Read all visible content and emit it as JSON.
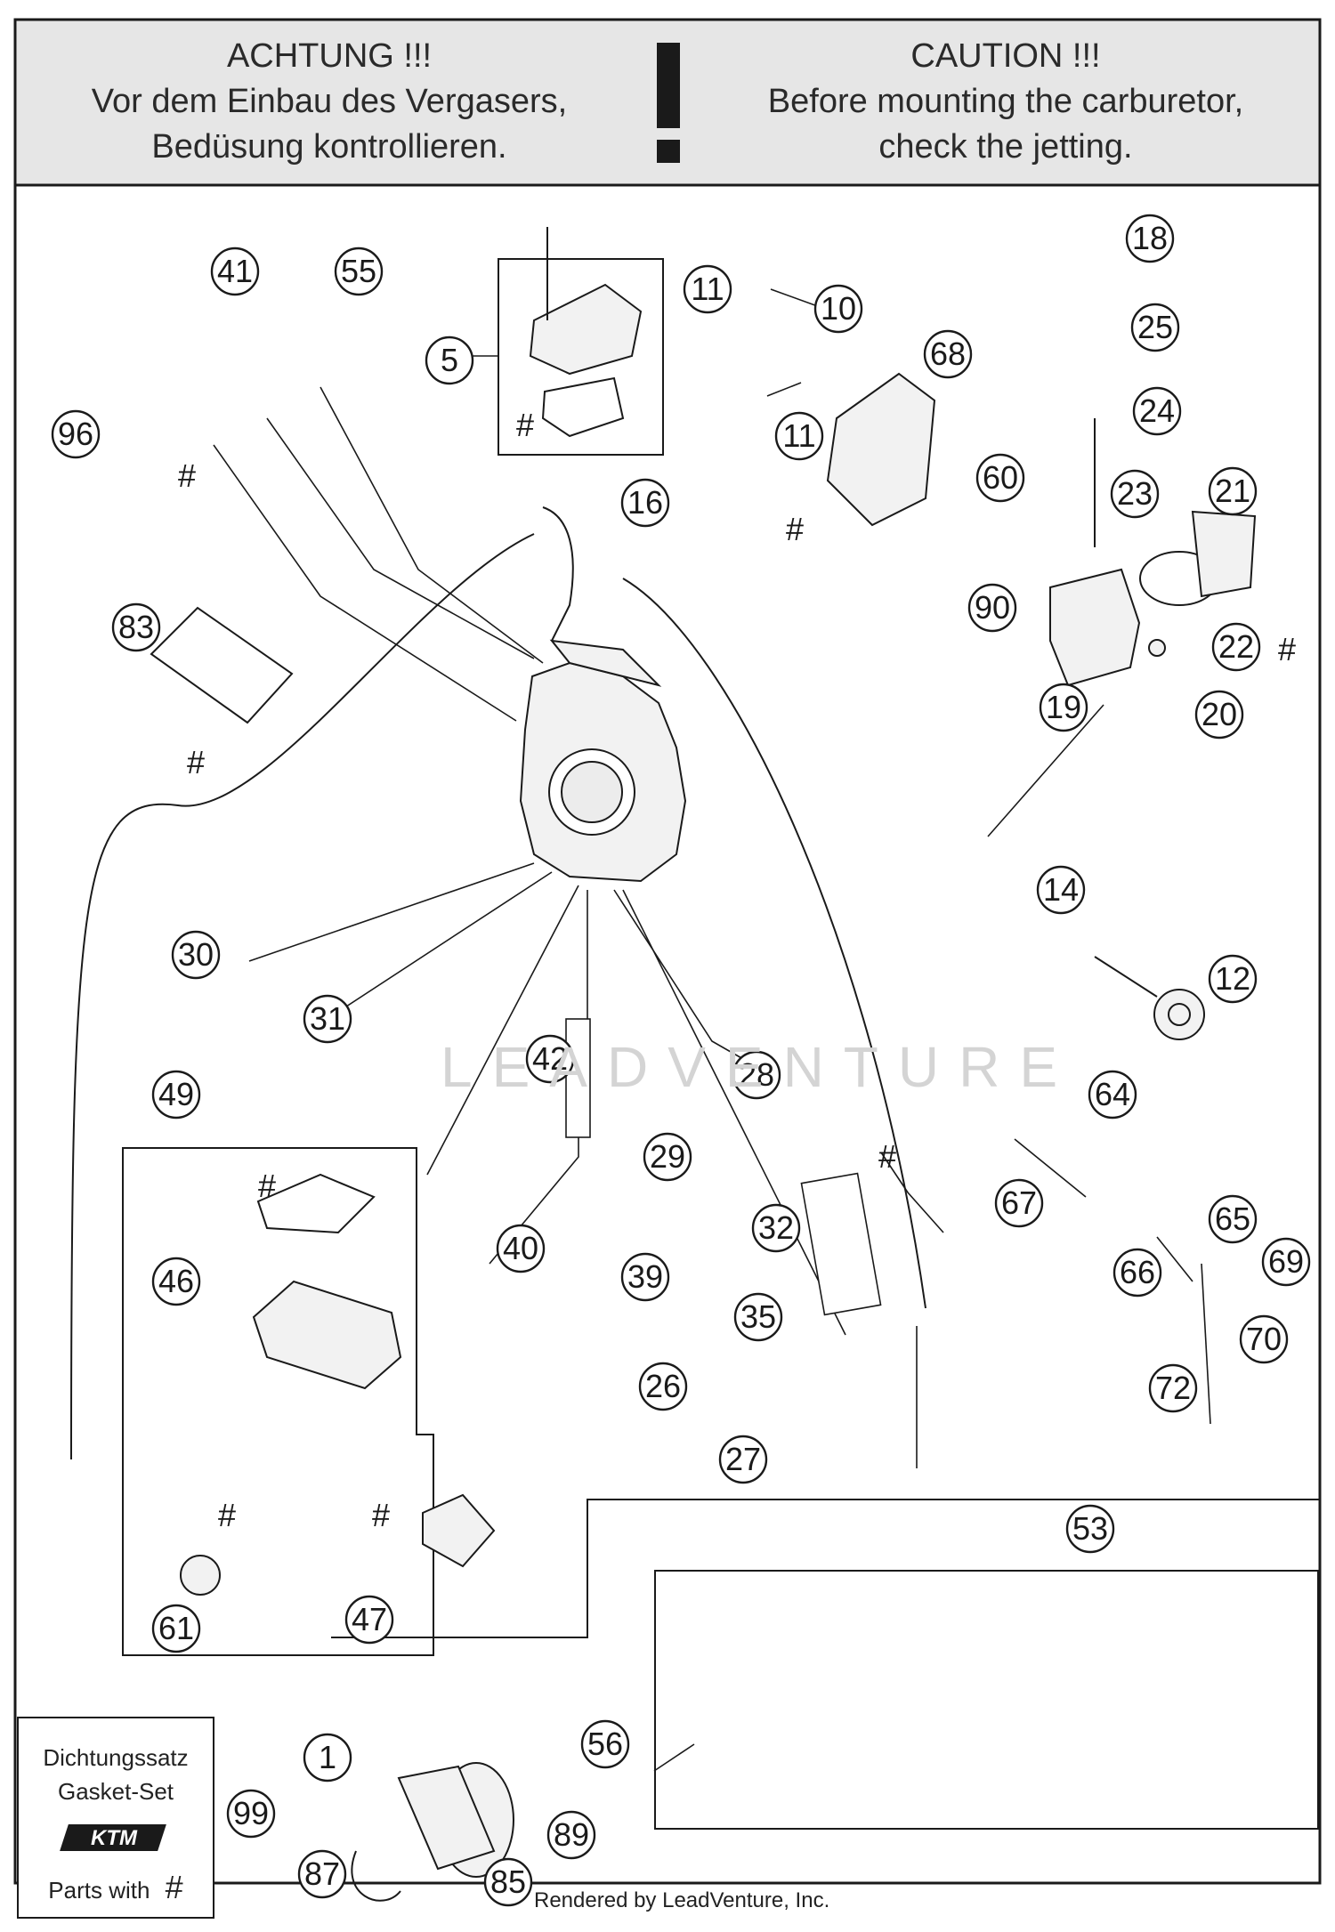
{
  "banner": {
    "de": {
      "title": "ACHTUNG !!!",
      "line1": "Vor dem Einbau des Vergasers,",
      "line2": "Bedüsung kontrollieren."
    },
    "en": {
      "title": "CAUTION !!!",
      "line1": "Before mounting the carburetor,",
      "line2": "check the jetting."
    },
    "warning_icon": "exclamation-icon"
  },
  "gasket_set_box": {
    "line1": "Dichtungssatz",
    "line2": "Gasket-Set",
    "brand": "KTM",
    "parts_with": "Parts with",
    "symbol": "#"
  },
  "hash_symbol": "#",
  "watermark": "LEADVENTURE",
  "credit": "Rendered by LeadVenture, Inc.",
  "callouts": [
    "1",
    "5",
    "10",
    "11",
    "11",
    "12",
    "14",
    "16",
    "18",
    "19",
    "20",
    "21",
    "22",
    "23",
    "24",
    "25",
    "26",
    "27",
    "28",
    "29",
    "30",
    "31",
    "32",
    "35",
    "39",
    "40",
    "41",
    "42",
    "46",
    "47",
    "49",
    "53",
    "55",
    "56",
    "60",
    "61",
    "64",
    "65",
    "66",
    "67",
    "68",
    "69",
    "70",
    "72",
    "83",
    "85",
    "87",
    "89",
    "90",
    "96",
    "99"
  ],
  "colors": {
    "banner_bg": "#e6e6e6",
    "line": "#1a1a1a",
    "callout_fill": "#ffffff"
  }
}
